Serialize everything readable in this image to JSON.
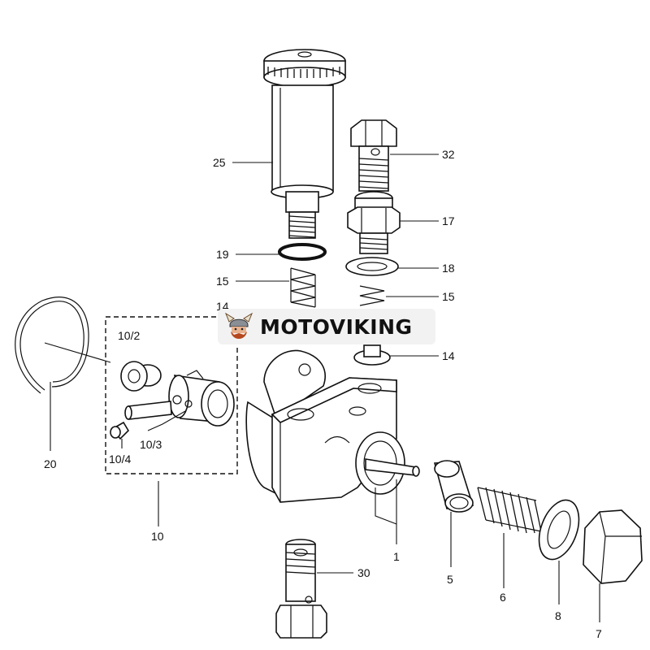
{
  "brand": {
    "name": "MOTOVIKING",
    "accent": "#b5481e"
  },
  "callouts": {
    "c1": "1",
    "c5": "5",
    "c6": "6",
    "c7": "7",
    "c8": "8",
    "c10": "10",
    "c10_2": "10/2",
    "c10_3": "10/3",
    "c10_4": "10/4",
    "c14a": "14",
    "c14b": "14",
    "c15a": "15",
    "c15b": "15",
    "c17": "17",
    "c18": "18",
    "c19": "19",
    "c20": "20",
    "c25": "25",
    "c30": "30",
    "c32": "32"
  }
}
